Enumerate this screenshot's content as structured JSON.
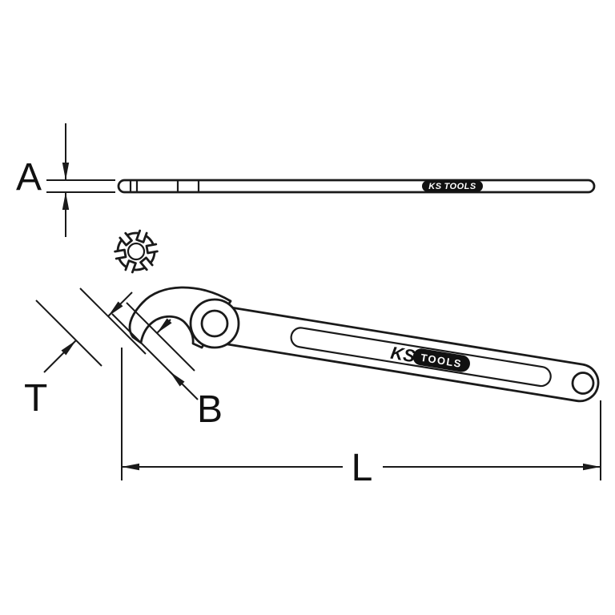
{
  "labels": {
    "dim_a": "A",
    "dim_t": "T",
    "dim_b": "B",
    "dim_l": "L"
  },
  "logo": {
    "ks": "KS",
    "tools": "TOOLS"
  },
  "colors": {
    "line": "#1a1a1a",
    "logo_background": "#111111",
    "background": "#ffffff"
  }
}
